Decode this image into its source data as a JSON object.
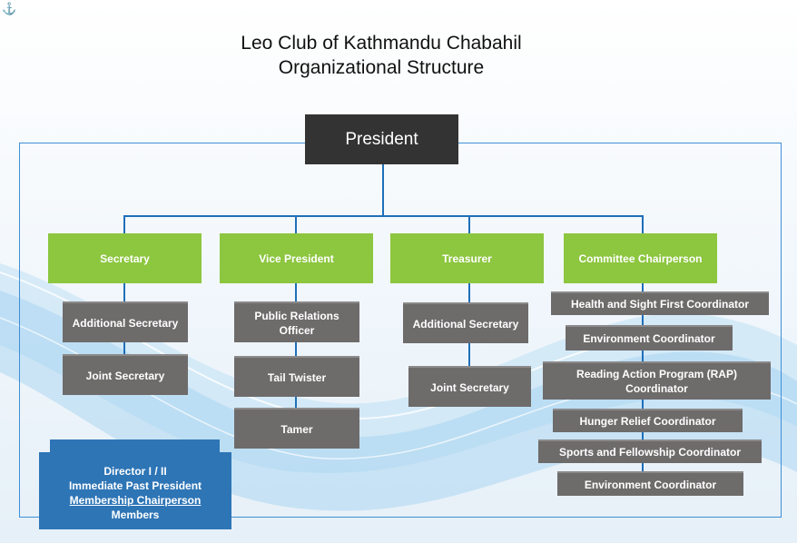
{
  "title": {
    "line1": "Leo Club of Kathmandu Chabahil",
    "line2": "Organizational Structure"
  },
  "icons": {
    "corner": "anchor-icon"
  },
  "president": "President",
  "departments": {
    "secretary": {
      "label": "Secretary",
      "members": [
        "Additional Secretary",
        "Joint Secretary"
      ]
    },
    "vice_president": {
      "label": "Vice President",
      "members": [
        "Public Relations Officer",
        "Tail Twister",
        "Tamer"
      ]
    },
    "treasurer": {
      "label": "Treasurer",
      "members": [
        "Additional Secretary",
        "Joint Secretary"
      ]
    },
    "committee_chairperson": {
      "label": "Committee Chairperson",
      "members": [
        "Health and Sight First Coordinator",
        "Environment Coordinator",
        "Reading Action Program (RAP) Coordinator",
        "Hunger Relief Coordinator",
        "Sports and Fellowship Coordinator",
        "Environment Coordinator"
      ]
    }
  },
  "others_box": {
    "lines": [
      "Director I / II",
      "Immediate Past President",
      "Membership Chairperson",
      "Members"
    ]
  },
  "colors": {
    "president": "#333333",
    "department": "#8dc63f",
    "member": "#6e6b6b",
    "others": "#2e75b6",
    "connector": "#1f6fb9"
  }
}
